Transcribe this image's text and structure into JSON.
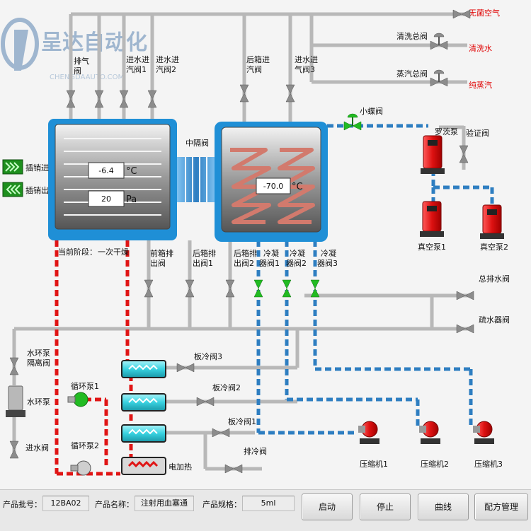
{
  "brand": {
    "name": "呈达自动化"
  },
  "outputs": {
    "sterile_air": "无菌空气",
    "cleaning_water": "清洗水",
    "pure_steam": "纯蒸汽"
  },
  "valves": {
    "clean_main": "清洗总阀",
    "steam_main": "蒸汽总阀",
    "exhaust_line1": "排气",
    "exhaust_line2": "阀",
    "inlet_v1_line1": "进水进",
    "inlet_v1_line2": "汽阀1",
    "inlet_v2_line1": "进水进",
    "inlet_v2_line2": "汽阀2",
    "rear_inlet_line1": "后箱进",
    "rear_inlet_line2": "汽阀",
    "inlet_v3_line1": "进水进",
    "inlet_v3_line2": "气阀3",
    "middle_valve": "中隔阀",
    "butterfly_valve": "小蝶阀",
    "verify_valve": "验证阀",
    "front_drain_line1": "前箱排",
    "front_drain_line2": "出阀",
    "rear_drain1_line1": "后箱排",
    "rear_drain1_line2": "出阀1",
    "rear_drain2_line1": "后箱排",
    "rear_drain2_line2": "出阀2",
    "cond1_line1": "冷凝",
    "cond1_line2": "器阀1",
    "cond2_line1": "冷凝",
    "cond2_line2": "器阀2",
    "cond3_line1": "冷凝",
    "cond3_line2": "器阀3",
    "main_drain": "总排水阀",
    "trap_valve": "疏水器阀",
    "water_pump_iso_line1": "水环泵",
    "water_pump_iso_line2": "隔离阀",
    "plate_cool3": "板冷阀3",
    "plate_cool2": "板冷阀2",
    "plate_cool1": "板冷阀1",
    "drain": "排冷阀",
    "water_inlet": "进水阀"
  },
  "controls": {
    "plug_in": "插销进",
    "plug_out": "插销出"
  },
  "front_chamber": {
    "temperature": "-6.4",
    "temp_unit": "°C",
    "pressure": "20",
    "pressure_unit": "Pa"
  },
  "rear_chamber": {
    "temperature": "-70.0",
    "temp_unit": "°C"
  },
  "stage": {
    "label": "当前阶段：",
    "value": "一次干燥"
  },
  "pumps": {
    "roots": "罗茨泵",
    "vacuum1": "真空泵1",
    "vacuum2": "真空泵2",
    "water_ring": "水环泵",
    "circ1": "循环泵1",
    "circ2": "循环泵2"
  },
  "compressors": {
    "c1": "压缩机1",
    "c2": "压缩机2",
    "c3": "压缩机3"
  },
  "heater": {
    "label": "电加热"
  },
  "footer": {
    "batch_label": "产品批号：",
    "batch_value": "12BA02",
    "name_label": "产品名称：",
    "name_value": "注射用血塞通",
    "spec_label": "产品规格：",
    "spec_value": "5ml",
    "start": "启动",
    "stop": "停止",
    "curve": "曲线",
    "recipe": "配方管理"
  },
  "colors": {
    "pipe_blue": "#2e7ec1",
    "pipe_red": "#e01515",
    "pipe_gray": "#b8b8b8",
    "pump_red": "#dd1111",
    "valve_green": "#22bb22",
    "chamber_blue": "#1f8fd6",
    "heat_exchanger": "#38d2e0"
  }
}
